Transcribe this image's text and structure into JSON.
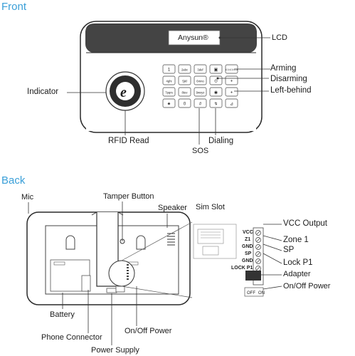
{
  "sections": {
    "front": "Front",
    "back": "Back"
  },
  "front": {
    "lcd_text": "Anysun®",
    "labels": {
      "lcd": "LCD",
      "arming": "Arming",
      "disarming": "Disarming",
      "left_behind": "Left-behind",
      "indicator": "Indicator",
      "rfid": "RFID Read",
      "sos": "SOS",
      "dialing": "Dialing"
    },
    "keys": [
      "1",
      "2abc",
      "3def",
      "▣",
      "▭▭▭",
      "4ghi",
      "5jkl",
      "6mno",
      "⊙",
      "+",
      "7pqrs",
      "8tuv",
      "9wxyz",
      "◉",
      "+",
      "★",
      "0",
      "#",
      "↯",
      "⊿"
    ]
  },
  "back": {
    "labels": {
      "mic": "Mic",
      "tamper": "Tamper Button",
      "speaker": "Speaker",
      "sim_slot": "Sim Slot",
      "vcc_output": "VCC Output",
      "zone1": "Zone 1",
      "sp": "SP",
      "lock_p1": "Lock P1",
      "adapter": "Adapter",
      "onoff_power_right": "On/Off Power",
      "battery": "Battery",
      "phone_connector": "Phone Connector",
      "onoff_power_bottom": "On/Off Power",
      "power_supply": "Power Supply"
    },
    "terminals": [
      "VCC",
      "Z1",
      "GND",
      "SP",
      "GND",
      "LOCK P1"
    ],
    "switch_labels": {
      "off": "OFF",
      "on": "ON"
    }
  }
}
